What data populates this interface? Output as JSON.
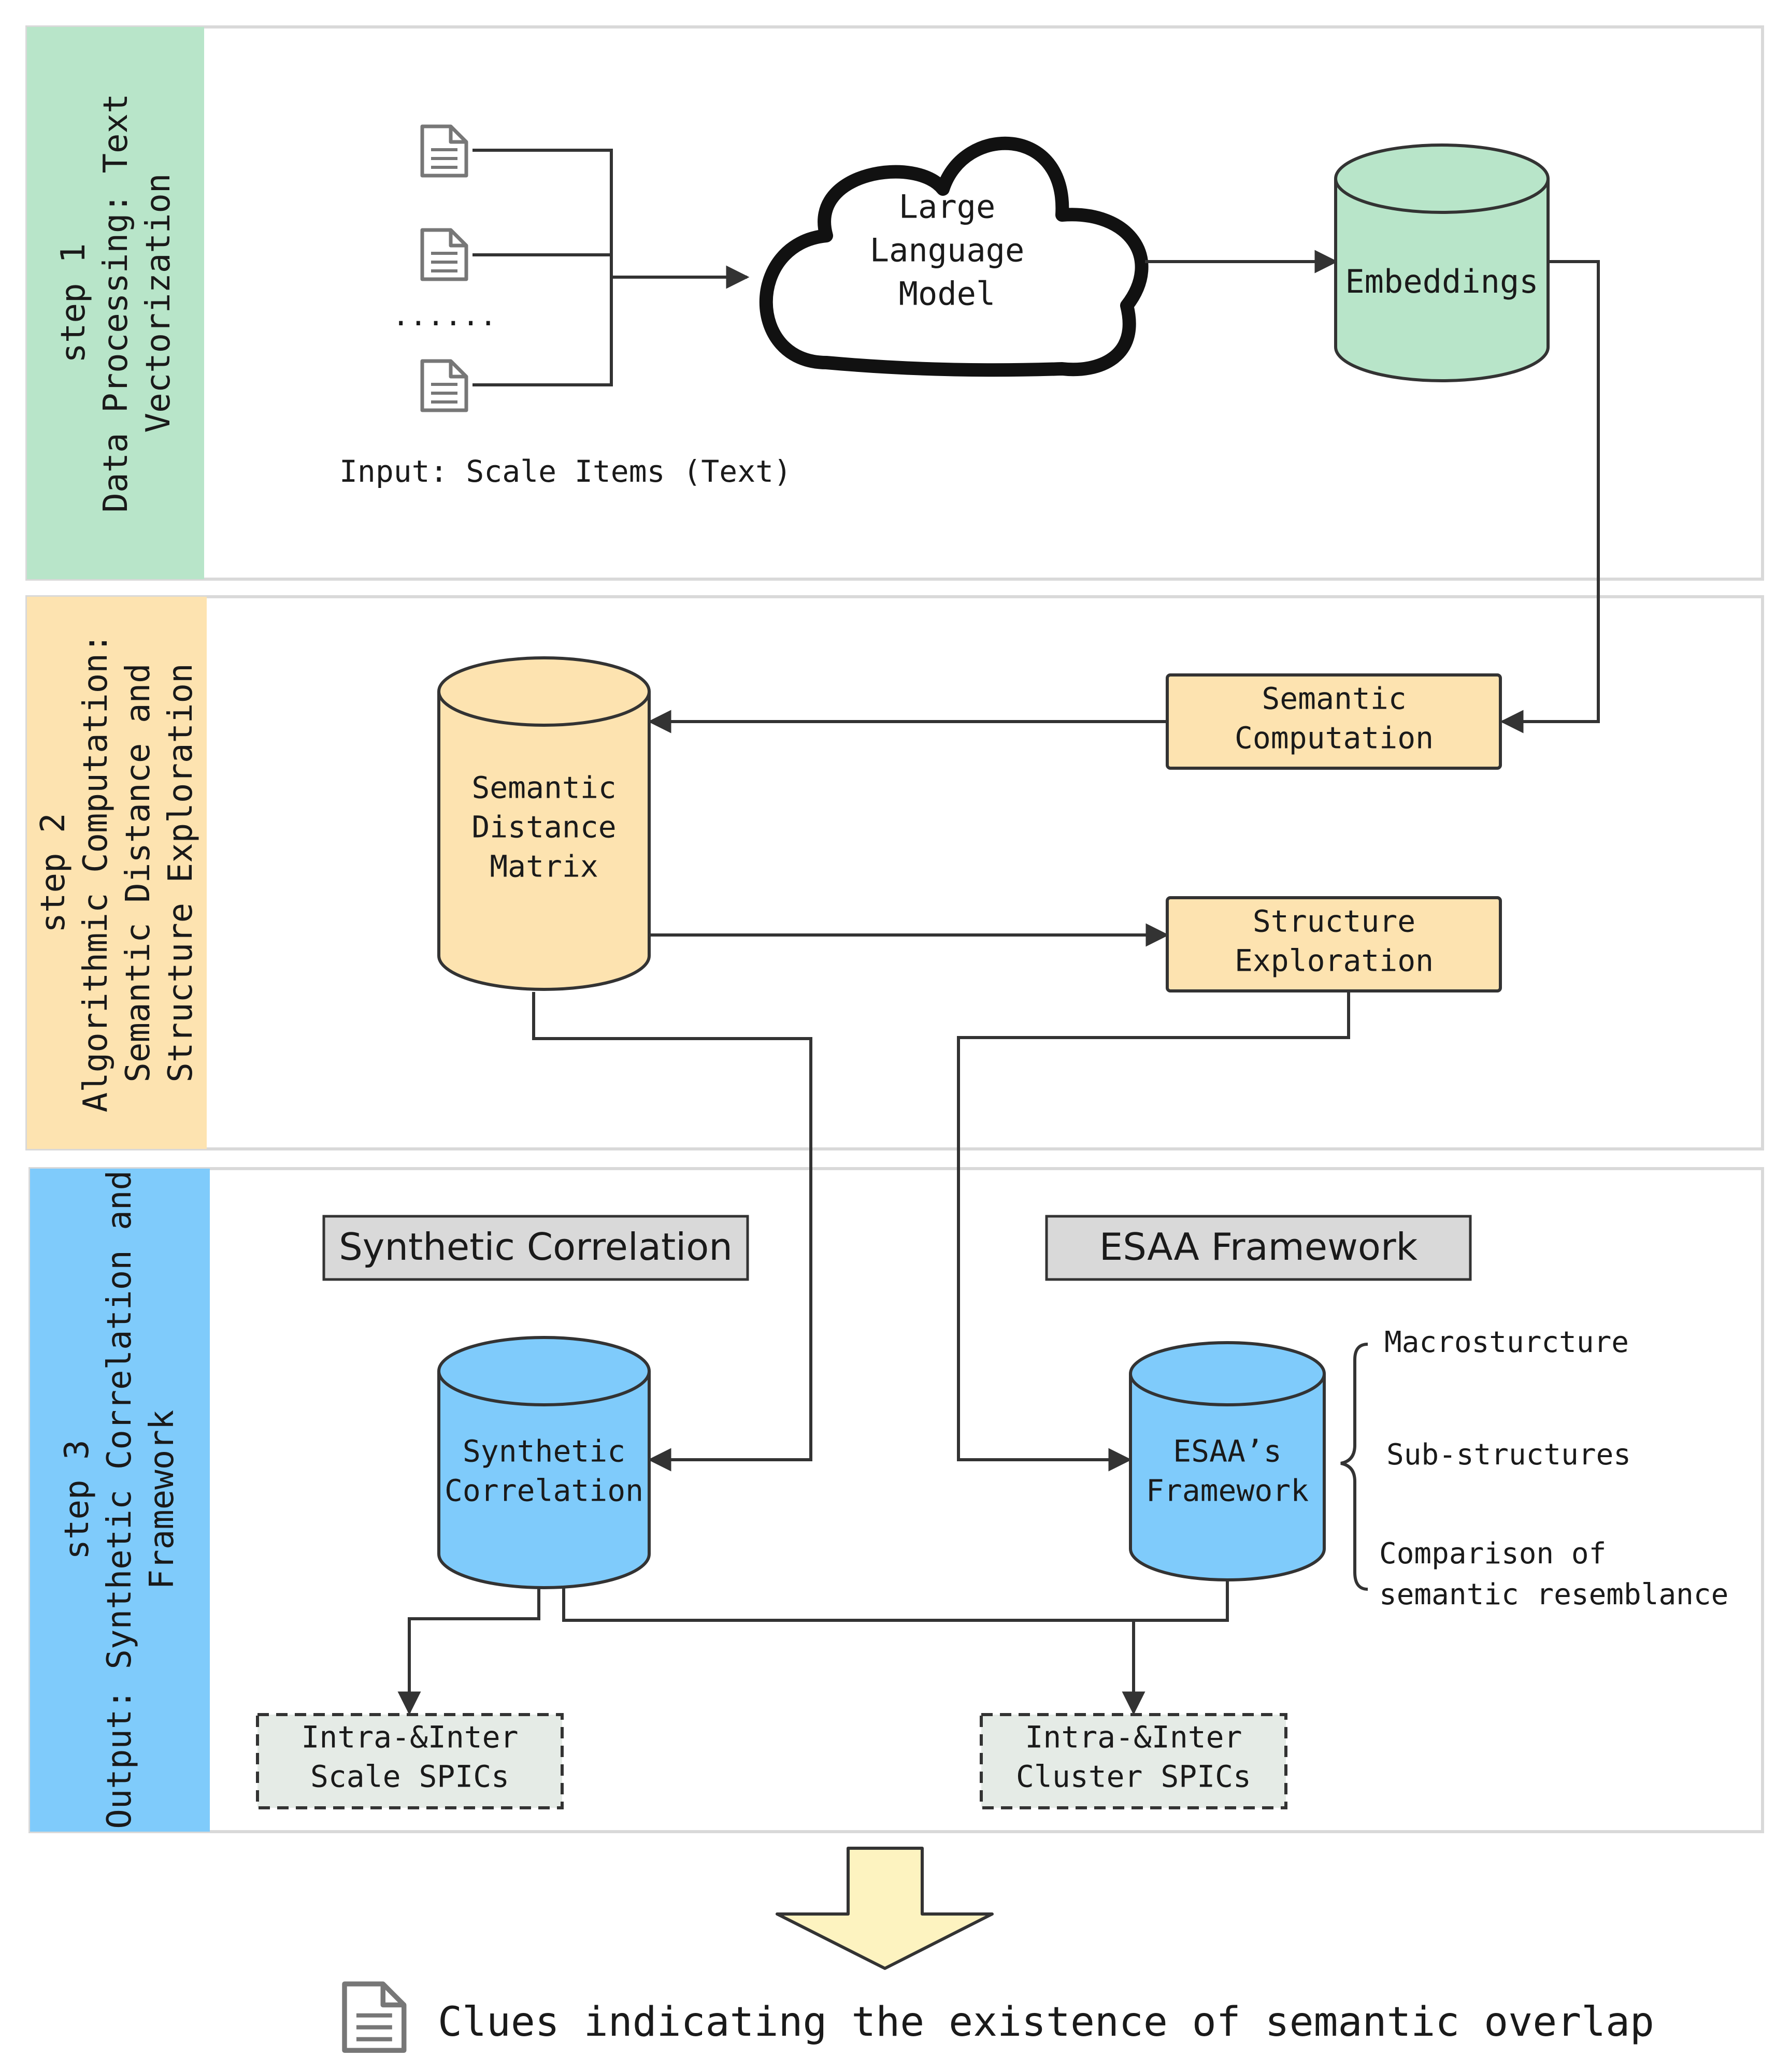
{
  "steps": [
    {
      "lines": [
        "step 1",
        "Data Processing: Text",
        "Vectorization"
      ],
      "color": "#b8e5c9"
    },
    {
      "lines": [
        "step 2",
        "Algorithmic Computation:",
        "Semantic Distance and",
        "Structure Exploration"
      ],
      "color": "#fde3b0"
    },
    {
      "lines": [
        "step 3",
        "Output: Synthetic Correlation and",
        "Framework"
      ],
      "color": "#7fcbfb"
    }
  ],
  "step1": {
    "doc_ellipsis": "......",
    "input_caption": "Input: Scale Items (Text)",
    "llm_lines": [
      "Large",
      "Language",
      "Model"
    ],
    "embeddings": "Embeddings"
  },
  "step2": {
    "semantic_computation": [
      "Semantic",
      "Computation"
    ],
    "distance_matrix": [
      "Semantic",
      "Distance",
      "Matrix"
    ],
    "structure_exploration": [
      "Structure",
      "Exploration"
    ]
  },
  "step3": {
    "synthetic_correlation_header": "Synthetic Correlation",
    "esaa_framework_header": "ESAA Framework",
    "synthetic_correlation_db": [
      "Synthetic",
      "Correlation"
    ],
    "esaa_db": [
      "ESAA’s",
      "Framework"
    ],
    "brace_items": [
      "Macrosturcture",
      "Sub-structures",
      "Comparison of",
      "semantic resemblance"
    ],
    "intra_scale": [
      "Intra-&Inter",
      "Scale SPICs"
    ],
    "intra_cluster": [
      "Intra-&Inter",
      "Cluster SPICs"
    ]
  },
  "conclusion": "Clues indicating the existence of semantic overlap",
  "colors": {
    "green": "#b8e5c9",
    "orange": "#fde3b0",
    "blue": "#7fcbfb",
    "gray": "#d9d9d9",
    "dashed_fill": "#e5ebe6",
    "arrow_fill": "#fdf3c0"
  }
}
